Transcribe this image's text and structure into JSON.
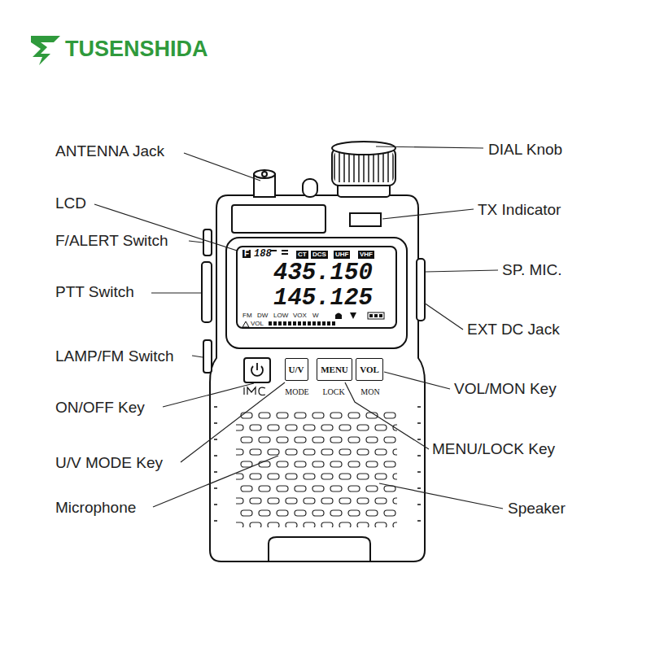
{
  "diagram": {
    "title": "TUSENSHIDA",
    "nodes": [
      {
        "text": [
          "F",
          "188",
          "CT",
          "DCS",
          "UHF",
          "VHF",
          "435.150",
          "145.125",
          "FM",
          "DW",
          "LOW",
          "VOX",
          "W",
          "VOL"
        ]
      },
      {
        "text": [
          "U/V"
        ]
      },
      {
        "text": [
          "MENU"
        ]
      },
      {
        "text": [
          "VOL"
        ]
      }
    ],
    "labels": [
      "ANTENNA Jack",
      "LCD",
      "F/ALERT Switch",
      "PTT Switch",
      "LAMP/FM Switch",
      "ON/OFF Key",
      "U/V MODE Key",
      "Microphone",
      "DIAL Knob",
      "TX Indicator",
      "SP. MIC.",
      "EXT DC Jack",
      "VOL/MON Key",
      "MENU/LOCK Key",
      "Speaker",
      "MODE",
      "LOCK",
      "MON"
    ]
  }
}
